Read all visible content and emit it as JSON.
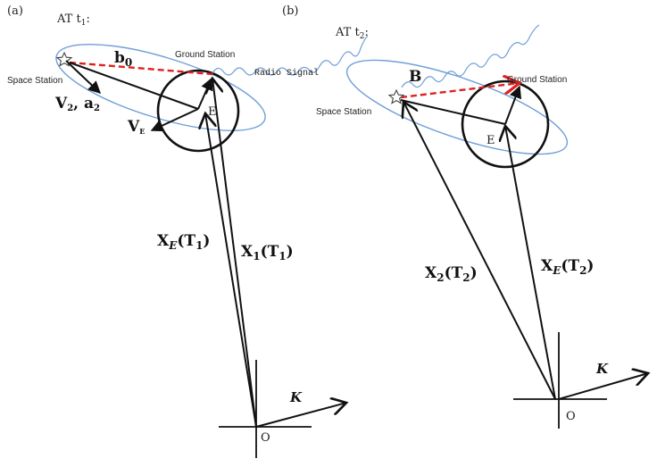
{
  "panel_a": {
    "tag": "(a)",
    "time_label_prefix": "AT t",
    "time_label_sub": "1",
    "time_label_suffix": ":",
    "ground_station": "Ground Station",
    "radio_signal": "Radio Signal",
    "space_station": "Space Station",
    "baseline": "b",
    "baseline_sub": "0",
    "sat_vel_v": "V",
    "sat_vel_v_sub": "2",
    "sat_vel_a": "a",
    "sat_vel_a_sub": "2",
    "earth_vel": "V",
    "earth_vel_sub": "E",
    "earth_label": "E",
    "vec_earth_main": "X",
    "vec_earth_sub": "E",
    "vec_earth_arg": "(T",
    "vec_earth_arg_sub": "1",
    "vec_earth_close": ")",
    "vec_gs_main": "X",
    "vec_gs_sub": "1",
    "vec_gs_arg": "(T",
    "vec_gs_arg_sub": "1",
    "vec_gs_close": ")",
    "k_label": "K",
    "origin": "O"
  },
  "panel_b": {
    "tag": "(b)",
    "time_label_prefix": "AT t",
    "time_label_sub": "2",
    "time_label_suffix": ":",
    "ground_station": "Ground Station",
    "space_station": "Space Station",
    "baseline": "B",
    "earth_label": "E",
    "vec_sat_main": "X",
    "vec_sat_sub": "2",
    "vec_sat_arg": "(T",
    "vec_sat_arg_sub": "2",
    "vec_sat_close": ")",
    "vec_earth_main": "X",
    "vec_earth_sub": "E",
    "vec_earth_arg": "(T",
    "vec_earth_arg_sub": "2",
    "vec_earth_close": ")",
    "k_label": "K",
    "origin": "O"
  },
  "colors": {
    "orbit": "#6f9fd8",
    "baseline": "#e02020",
    "ink": "#111111"
  }
}
